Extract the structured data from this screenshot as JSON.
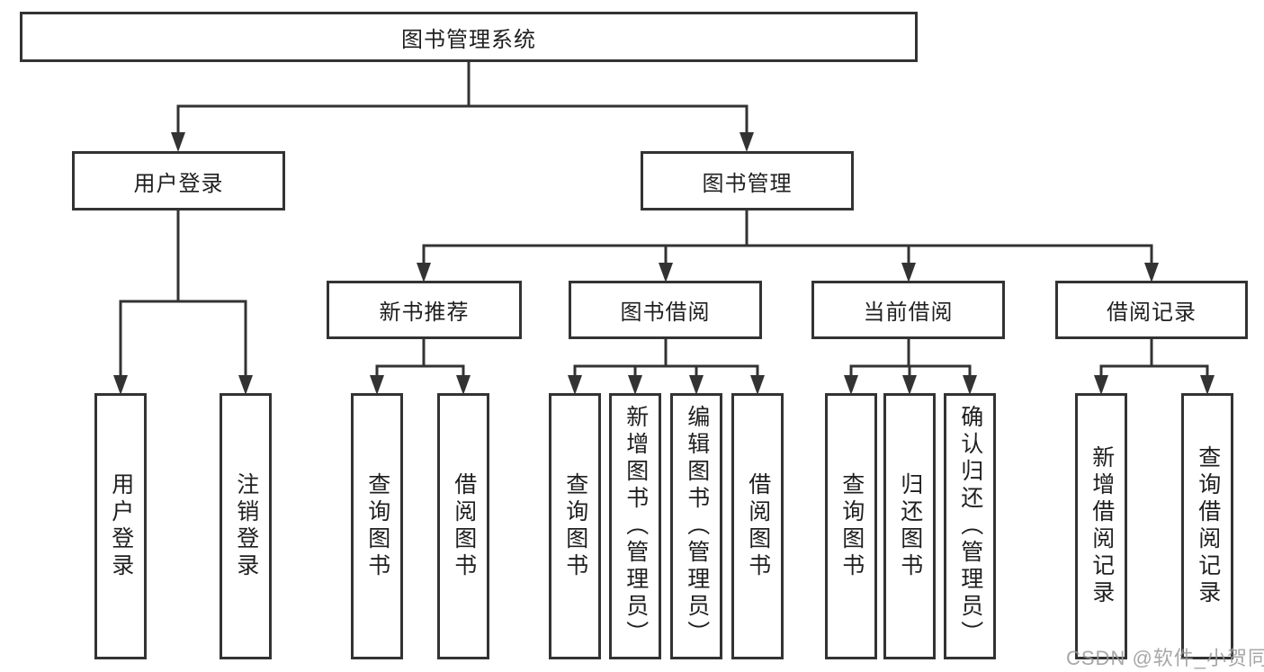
{
  "colors": {
    "line": "#333333",
    "box_border": "#333333",
    "text": "#1f1f1f",
    "background": "#ffffff",
    "watermark": "#989898"
  },
  "watermark": {
    "text": "CSDN @软件_小贺同学"
  },
  "tree": {
    "label": "图书管理系统",
    "children": [
      {
        "label": "用户登录",
        "children": [
          {
            "label": "用户登录"
          },
          {
            "label": "注销登录"
          }
        ]
      },
      {
        "label": "图书管理",
        "children": [
          {
            "label": "新书推荐",
            "children": [
              {
                "label": "查询图书"
              },
              {
                "label": "借阅图书"
              }
            ]
          },
          {
            "label": "图书借阅",
            "children": [
              {
                "label": "查询图书"
              },
              {
                "label": "新增图书（管理员）"
              },
              {
                "label": "编辑图书（管理员）"
              },
              {
                "label": "借阅图书"
              }
            ]
          },
          {
            "label": "当前借阅",
            "children": [
              {
                "label": "查询图书"
              },
              {
                "label": "归还图书"
              },
              {
                "label": "确认归还（管理员）"
              }
            ]
          },
          {
            "label": "借阅记录",
            "children": [
              {
                "label": "新增借阅记录"
              },
              {
                "label": "查询借阅记录"
              }
            ]
          }
        ]
      }
    ]
  }
}
